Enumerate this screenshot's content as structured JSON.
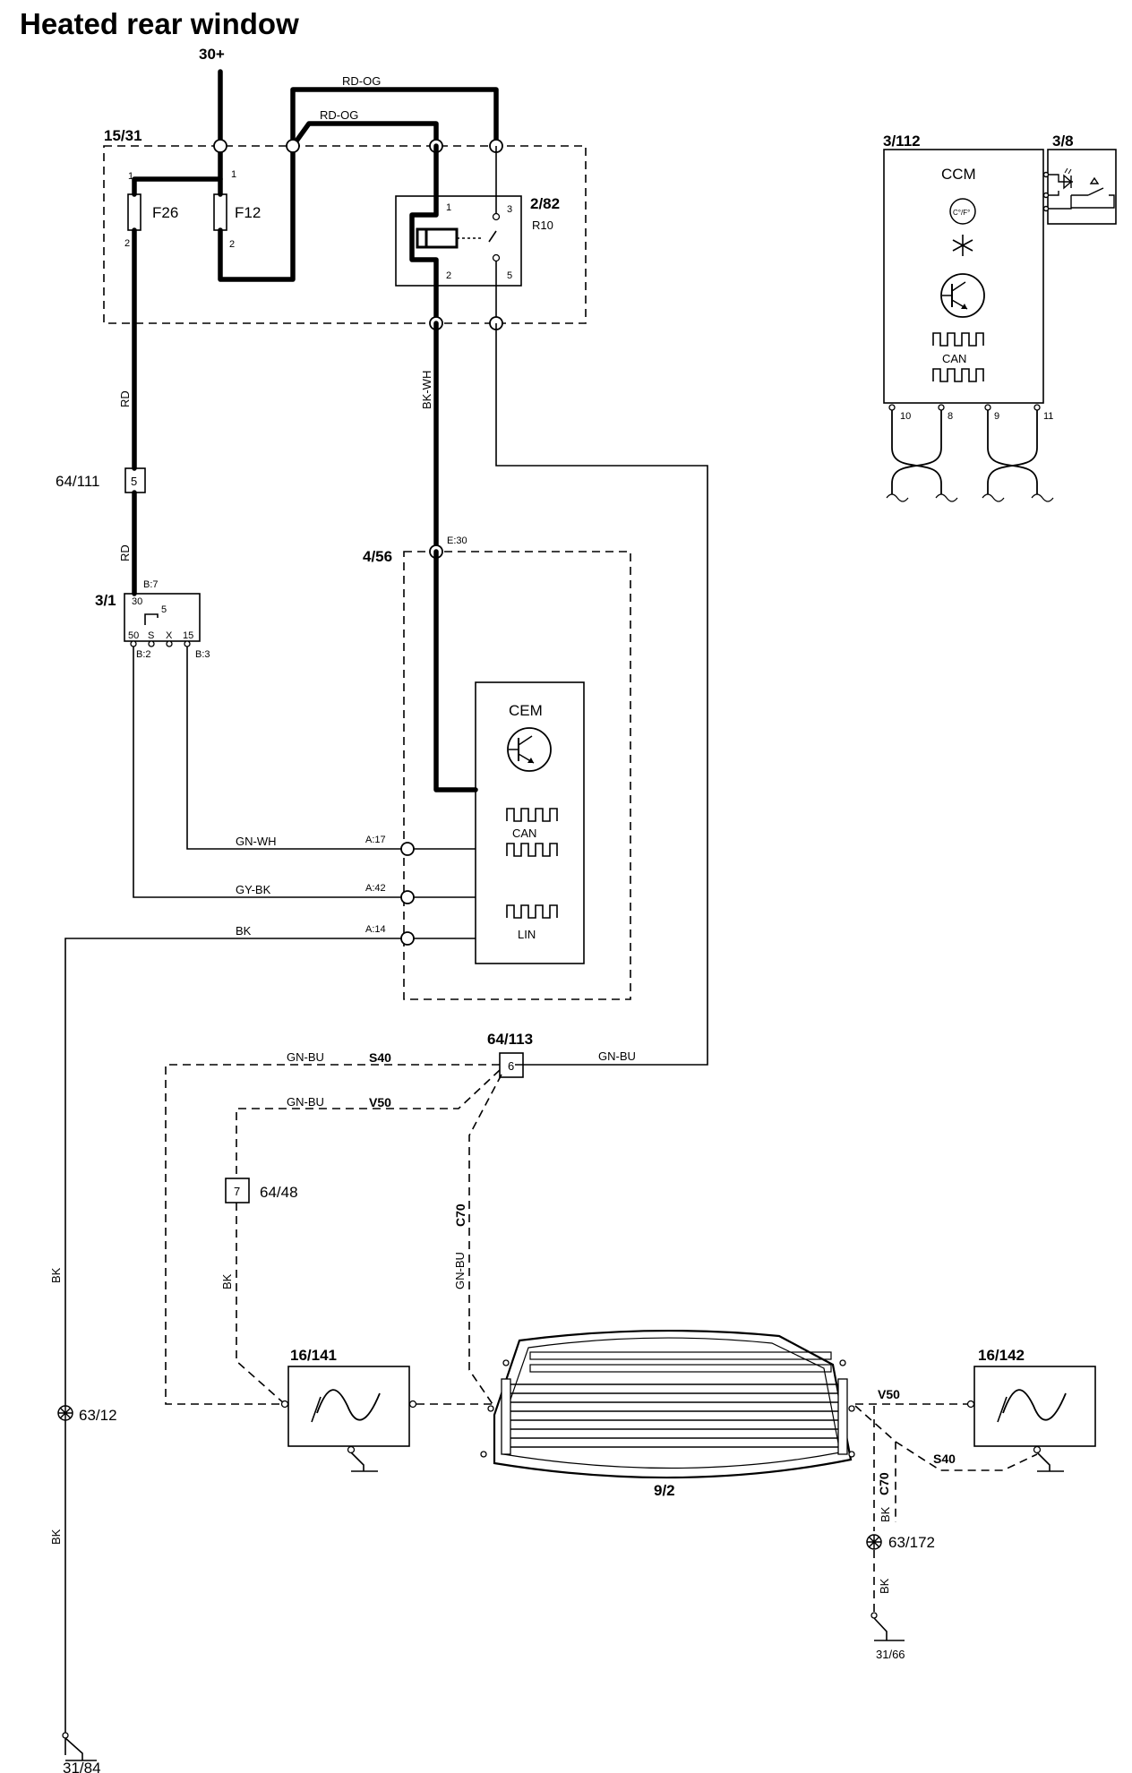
{
  "title": "Heated rear window",
  "supply": "30+",
  "components": {
    "fuse_box": "15/31",
    "fuse_f26": "F26",
    "fuse_f12": "F12",
    "fuse_pin_1a": "1",
    "fuse_pin_1b": "1",
    "fuse_pin_2a": "2",
    "fuse_pin_2b": "2",
    "relay_id": "2/82",
    "relay_name": "R10",
    "relay_pin_1": "1",
    "relay_pin_2": "2",
    "relay_pin_3": "3",
    "relay_pin_5": "5",
    "ccm_id": "3/112",
    "ccm_name": "CCM",
    "ccm_temp_icon": "C°/F°",
    "ccm_can": "CAN",
    "ccm_pins": [
      "10",
      "8",
      "9",
      "11"
    ],
    "switch_id": "3/8",
    "splice_64_111": "64/111",
    "splice_64_111_pin": "5",
    "ignition_id": "3/1",
    "ignition_b7": "B:7",
    "ignition_b2": "B:2",
    "ignition_b3": "B:3",
    "ignition_pin_30": "30",
    "ignition_pin_50": "50",
    "ignition_pin_s": "S",
    "ignition_pin_x": "X",
    "ignition_pin_15": "15",
    "ignition_pin_sym": "5",
    "cem_id": "4/56",
    "cem_name": "CEM",
    "cem_e30": "E:30",
    "cem_can": "CAN",
    "cem_lin": "LIN",
    "cem_a17": "A:17",
    "cem_a42": "A:42",
    "cem_a14": "A:14",
    "splice_64_113": "64/113",
    "splice_64_113_pin": "6",
    "splice_64_48": "64/48",
    "splice_64_48_pin": "7",
    "filter_left": "16/141",
    "filter_right": "16/142",
    "rear_window": "9/2",
    "ground_63_12": "63/12",
    "ground_63_172": "63/172",
    "ground_31_84": "31/84",
    "ground_31_66": "31/66"
  },
  "wires": {
    "rd_og_1": "RD-OG",
    "rd_og_2": "RD-OG",
    "rd_1": "RD",
    "rd_2": "RD",
    "bk_wh": "BK-WH",
    "gn_wh": "GN-WH",
    "gy_bk": "GY-BK",
    "bk_a14": "BK",
    "bk_left_1": "BK",
    "bk_left_2": "BK",
    "gn_bu_s40": "GN-BU",
    "gn_bu_v50": "GN-BU",
    "gn_bu_right": "GN-BU",
    "gn_bu_c70": "GN-BU",
    "bk_64_48": "BK",
    "bk_c70_1": "BK",
    "bk_c70_2": "BK"
  },
  "variants": {
    "s40_left": "S40",
    "v50_left": "V50",
    "c70_left": "C70",
    "v50_right": "V50",
    "s40_right": "S40",
    "c70_right": "C70"
  }
}
